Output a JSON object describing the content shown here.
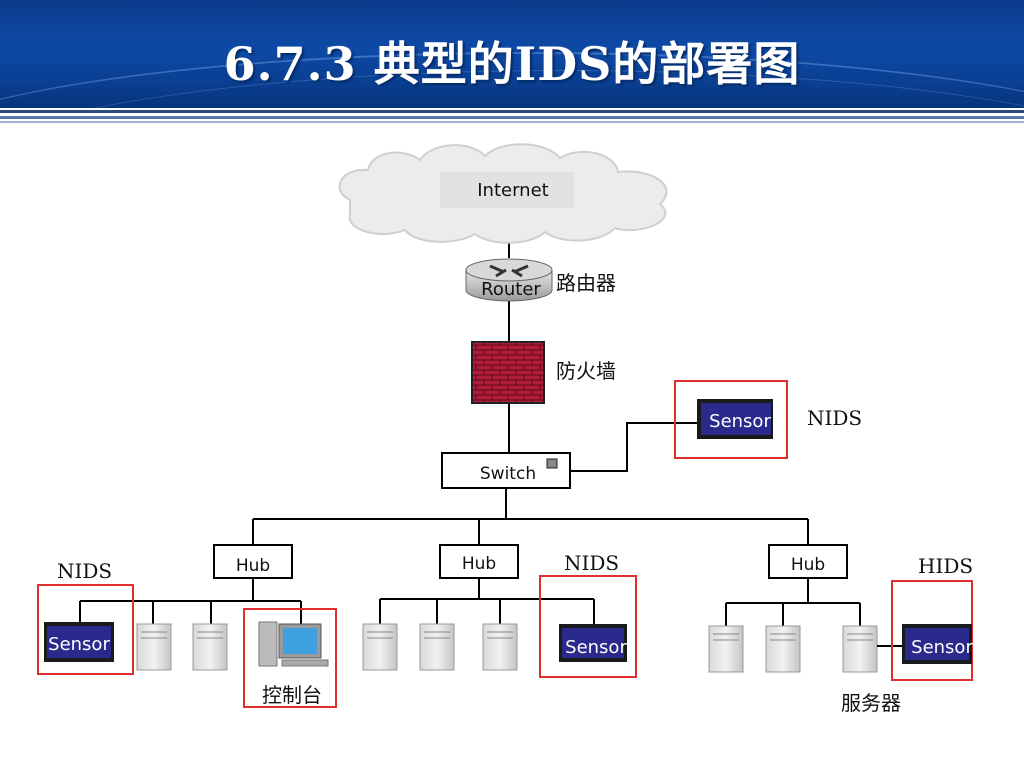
{
  "slide": {
    "title": "6.7.3 典型的IDS的部署图"
  },
  "diagram": {
    "internet": "Internet",
    "router": "Router",
    "router_label": "路由器",
    "firewall_label": "防火墙",
    "switch": "Switch",
    "hub": "Hub",
    "sensor": "Sensor",
    "nids": "NIDS",
    "hids": "HIDS",
    "console_label": "控制台",
    "server_label": "服务器"
  },
  "colors": {
    "header": "#0d4aa6",
    "sensor_fill": "#2a2a8c",
    "highlight_frame": "#e03030",
    "firewall": "#b01c3a"
  }
}
